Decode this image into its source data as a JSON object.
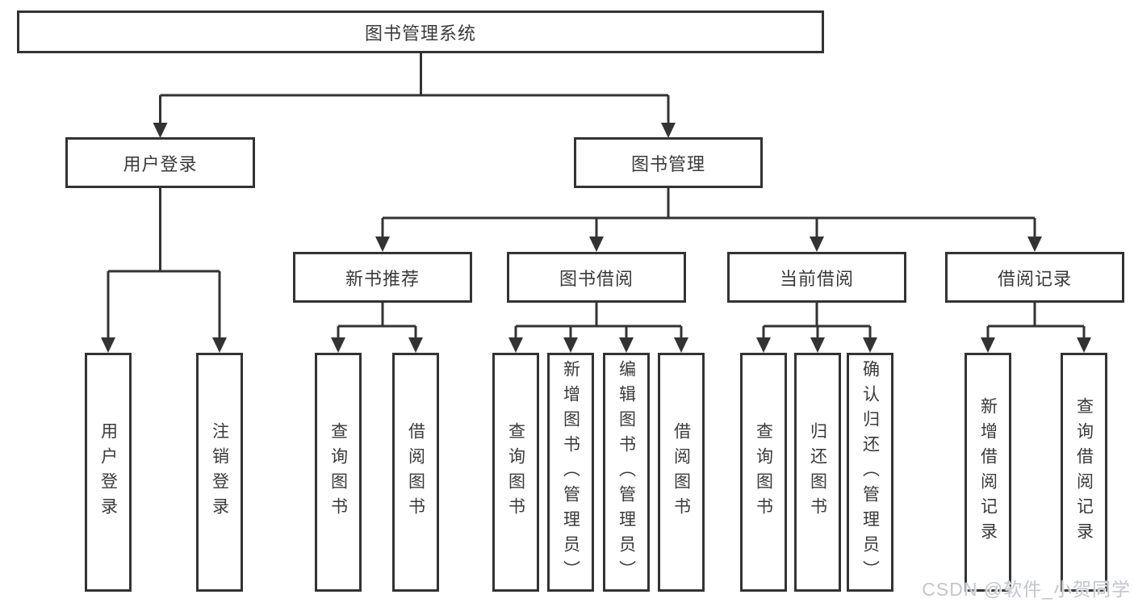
{
  "diagram_type": "hierarchy-tree",
  "tree": {
    "root": {
      "label": "图书管理系统",
      "children": [
        {
          "label": "用户登录",
          "children": [
            {
              "label": "用户登录"
            },
            {
              "label": "注销登录"
            }
          ]
        },
        {
          "label": "图书管理",
          "children": [
            {
              "label": "新书推荐",
              "children": [
                {
                  "label": "查询图书"
                },
                {
                  "label": "借阅图书"
                }
              ]
            },
            {
              "label": "图书借阅",
              "children": [
                {
                  "label": "查询图书"
                },
                {
                  "label": "新增图书（管理员）"
                },
                {
                  "label": "编辑图书（管理员）"
                },
                {
                  "label": "借阅图书"
                }
              ]
            },
            {
              "label": "当前借阅",
              "children": [
                {
                  "label": "查询图书"
                },
                {
                  "label": "归还图书"
                },
                {
                  "label": "确认归还（管理员）"
                }
              ]
            },
            {
              "label": "借阅记录",
              "children": [
                {
                  "label": "新增借阅记录"
                },
                {
                  "label": "查询借阅记录"
                }
              ]
            }
          ]
        }
      ]
    }
  },
  "watermark": "CSDN @软件_小贺同学",
  "colors": {
    "line": "#333333",
    "text": "#3a3a3a",
    "box_fill": "#ffffff",
    "watermark": "#c3c6cb",
    "background": "#ffffff"
  }
}
